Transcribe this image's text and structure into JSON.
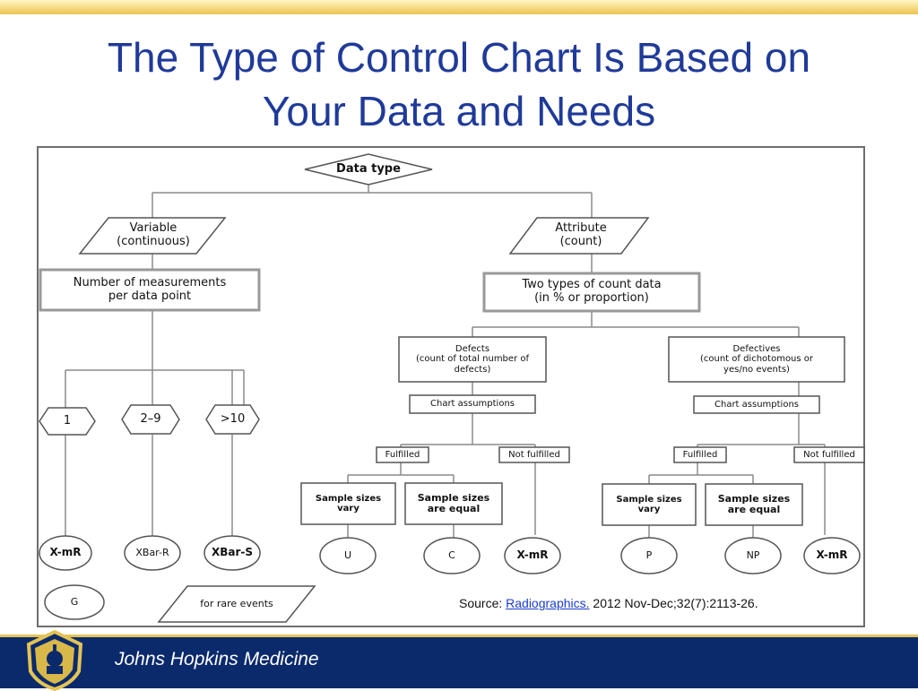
{
  "title": {
    "line1": "The Type of Control Chart Is Based on",
    "line2": "Your Data and Needs"
  },
  "diagram": {
    "data_type": "Data type",
    "variable": "Variable\n(continuous)",
    "attribute": "Attribute\n(count)",
    "measurements": "Number of measurements\nper data point",
    "two_types": "Two types of count data\n(in % or proportion)",
    "defects": "Defects\n(count of total number of\ndefects)",
    "defectives": "Defectives\n(count of dichotomous or\nyes/no events)",
    "chart_assumptions_left": "Chart assumptions",
    "chart_assumptions_right": "Chart assumptions",
    "fulfilled_left": "Fulfilled",
    "not_fulfilled_left": "Not fulfilled",
    "fulfilled_right": "Fulfilled",
    "not_fulfilled_right": "Not fulfilled",
    "sample_vary_left": "Sample sizes\nvary",
    "sample_equal_left": "Sample sizes\nare equal",
    "sample_vary_right": "Sample sizes\nvary",
    "sample_equal_right": "Sample sizes\nare equal",
    "hex_1": "1",
    "hex_2_9": "2–9",
    "hex_gt10": ">10",
    "chart_xmr_var": "X-mR",
    "chart_xbar_r": "XBar-R",
    "chart_xbar_s": "XBar-S",
    "chart_u": "U",
    "chart_c": "C",
    "chart_xmr_defects": "X-mR",
    "chart_p": "P",
    "chart_np": "NP",
    "chart_xmr_defectives": "X-mR",
    "chart_g": "G",
    "rare_events": "for rare events"
  },
  "source": {
    "prefix": "Source:",
    "link": "Radiographics.",
    "citation": "2012 Nov-Dec;32(7):2113-26."
  },
  "footer": {
    "org": "Johns Hopkins Medicine"
  },
  "colors": {
    "title": "#1f3a99",
    "footer_bar": "#0b2a6c",
    "accent_gold": "#e3c356"
  }
}
